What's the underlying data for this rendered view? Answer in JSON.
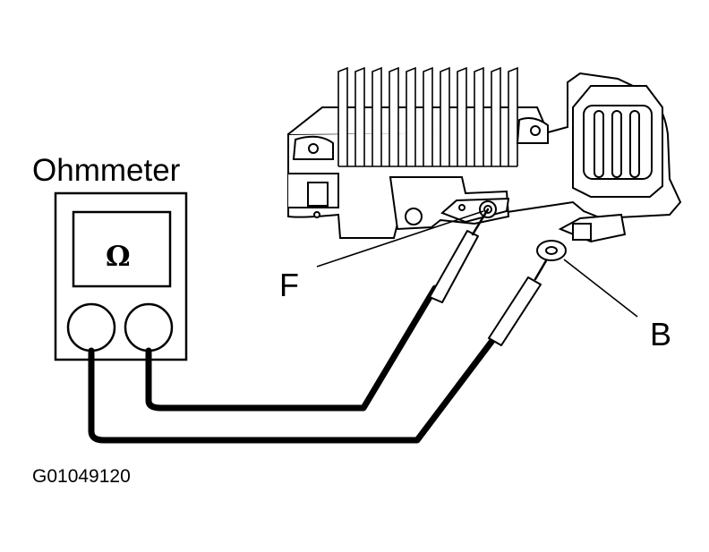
{
  "ohmmeter": {
    "title": "Ohmmeter",
    "symbol": "Ω"
  },
  "terminals": {
    "f": "F",
    "b": "B"
  },
  "figure_code": "G01049120"
}
